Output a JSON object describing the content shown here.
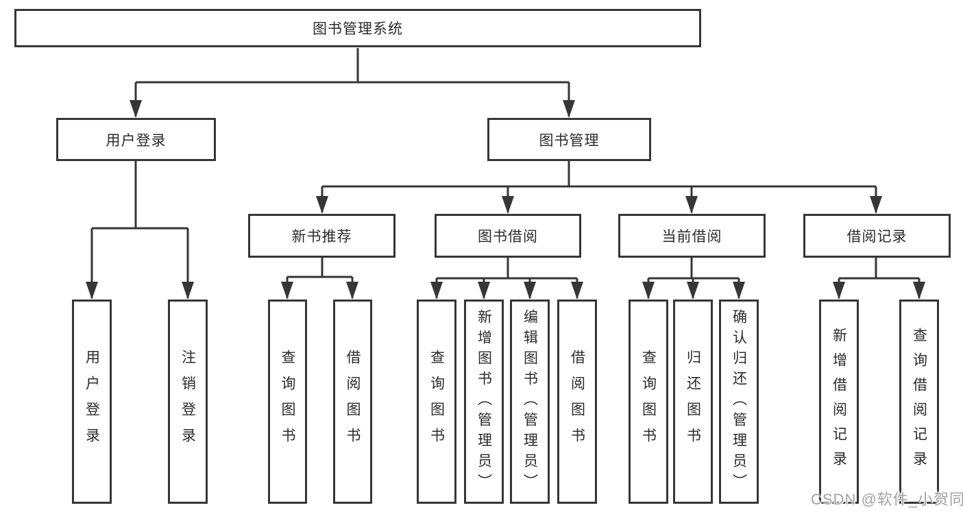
{
  "tree": {
    "label": "图书管理系统",
    "children": [
      {
        "label": "用户登录",
        "children": [
          {
            "label": "用户登录"
          },
          {
            "label": "注销登录"
          }
        ]
      },
      {
        "label": "图书管理",
        "children": [
          {
            "label": "新书推荐",
            "children": [
              {
                "label": "查询图书"
              },
              {
                "label": "借阅图书"
              }
            ]
          },
          {
            "label": "图书借阅",
            "children": [
              {
                "label": "查询图书"
              },
              {
                "label": "新增图书（管理员）"
              },
              {
                "label": "编辑图书（管理员）"
              },
              {
                "label": "借阅图书"
              }
            ]
          },
          {
            "label": "当前借阅",
            "children": [
              {
                "label": "查询图书"
              },
              {
                "label": "归还图书"
              },
              {
                "label": "确认归还（管理员）"
              }
            ]
          },
          {
            "label": "借阅记录",
            "children": [
              {
                "label": "新增借阅记录"
              },
              {
                "label": "查询借阅记录"
              }
            ]
          }
        ]
      }
    ]
  },
  "watermark": {
    "text": "CSDN @软件_小贺同学"
  },
  "colors": {
    "line": "#363636",
    "box_fill": "#ffffff",
    "text": "#2b2b2b",
    "watermark": "#a3a3a3",
    "background": "#ffffff"
  }
}
